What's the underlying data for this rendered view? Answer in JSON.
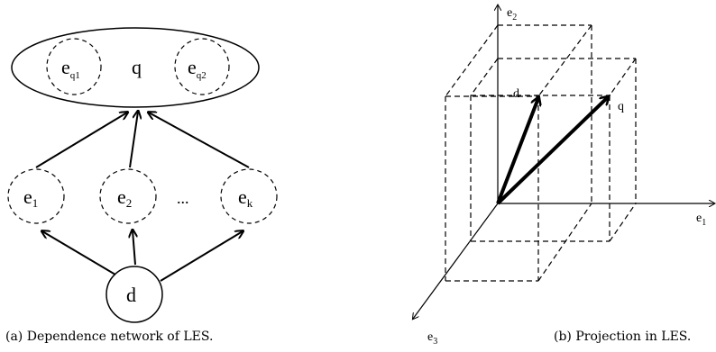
{
  "panel_a": {
    "caption": "(a) Dependence network of LES.",
    "query_node": "q",
    "query_entities": [
      {
        "base": "e",
        "sub": "q1"
      },
      {
        "base": "e",
        "sub": "q2"
      }
    ],
    "entity_nodes": [
      {
        "base": "e",
        "sub": "1"
      },
      {
        "base": "e",
        "sub": "2"
      },
      {
        "base": "e",
        "sub": "k"
      }
    ],
    "ellipsis": "...",
    "document_node": "d"
  },
  "panel_b": {
    "caption": "(b) Projection in LES.",
    "axes": [
      {
        "base": "e",
        "sub": "1"
      },
      {
        "base": "e",
        "sub": "2"
      },
      {
        "base": "e",
        "sub": "3"
      }
    ],
    "vectors": [
      "d",
      "q"
    ]
  }
}
